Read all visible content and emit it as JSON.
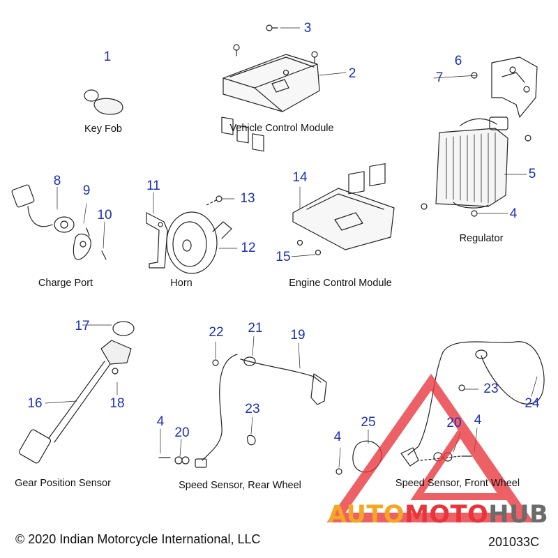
{
  "captions": {
    "key_fob": "Key Fob",
    "vcm": "Vehicle Control Module",
    "regulator": "Regulator",
    "charge_port": "Charge Port",
    "horn": "Horn",
    "ecm": "Engine Control Module",
    "gear_sensor": "Gear Position Sensor",
    "speed_rear": "Speed Sensor, Rear Wheel",
    "speed_front": "Speed Sensor, Front Wheel"
  },
  "callouts": {
    "n1": "1",
    "n2": "2",
    "n3": "3",
    "n4a": "4",
    "n5": "5",
    "n6": "6",
    "n7": "7",
    "n8": "8",
    "n9": "9",
    "n10": "10",
    "n11": "11",
    "n12": "12",
    "n13": "13",
    "n14": "14",
    "n15": "15",
    "n16": "16",
    "n17": "17",
    "n18": "18",
    "n19": "19",
    "n20a": "20",
    "n21": "21",
    "n22": "22",
    "n23a": "23",
    "n4b": "4",
    "n4c": "4",
    "n20b": "20",
    "n4d": "4",
    "n23b": "23",
    "n24": "24",
    "n25": "25"
  },
  "footer": {
    "copyright": "© 2020 Indian Motorcycle International, LLC",
    "drawing_id": "201033C"
  },
  "watermark": {
    "part1": "AUTO",
    "part2": "MOTO",
    "part3": "HUB"
  },
  "colors": {
    "callout": "#1a2fb8",
    "watermark_red": "#e8343a",
    "watermark_orange": "#f5a623",
    "watermark_gray": "#6b6b6b"
  }
}
